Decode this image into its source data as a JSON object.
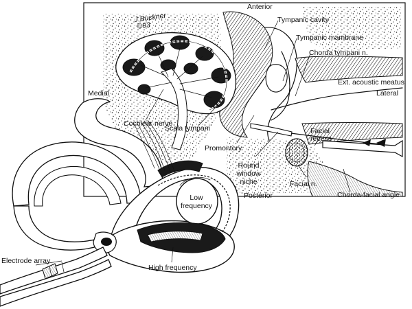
{
  "labels": {
    "anterior": "Anterior",
    "tympanic_cavity": "Tympanic cavity",
    "tympanic_membrane": "Tympanic mambrane",
    "chorda_tympani": "Chorda tympani n.",
    "ext_acoustic_meatus": "Ext. acoustic meatus",
    "lateral": "Lateral",
    "medial": "Medial",
    "cochlear_nerve": "Cochlear nerve",
    "scala_tympani": "Scala tympani",
    "facial_recess_line1": "Facial",
    "facial_recess_line2": "recess",
    "promontory": "Promontory",
    "round_window_line1": "Round",
    "round_window_line2": "window",
    "round_window_line3": "niche",
    "facial_nerve": "Facial n.",
    "posterior": "Posterior",
    "chorda_facial_angle": "Chorda-facial angle",
    "low_frequency_line1": "Low",
    "low_frequency_line2": "frequency",
    "high_frequency": "High frequency",
    "electrode_array": "Electrode array",
    "signature_line1": "J.Buckner",
    "signature_line2": "©93"
  }
}
